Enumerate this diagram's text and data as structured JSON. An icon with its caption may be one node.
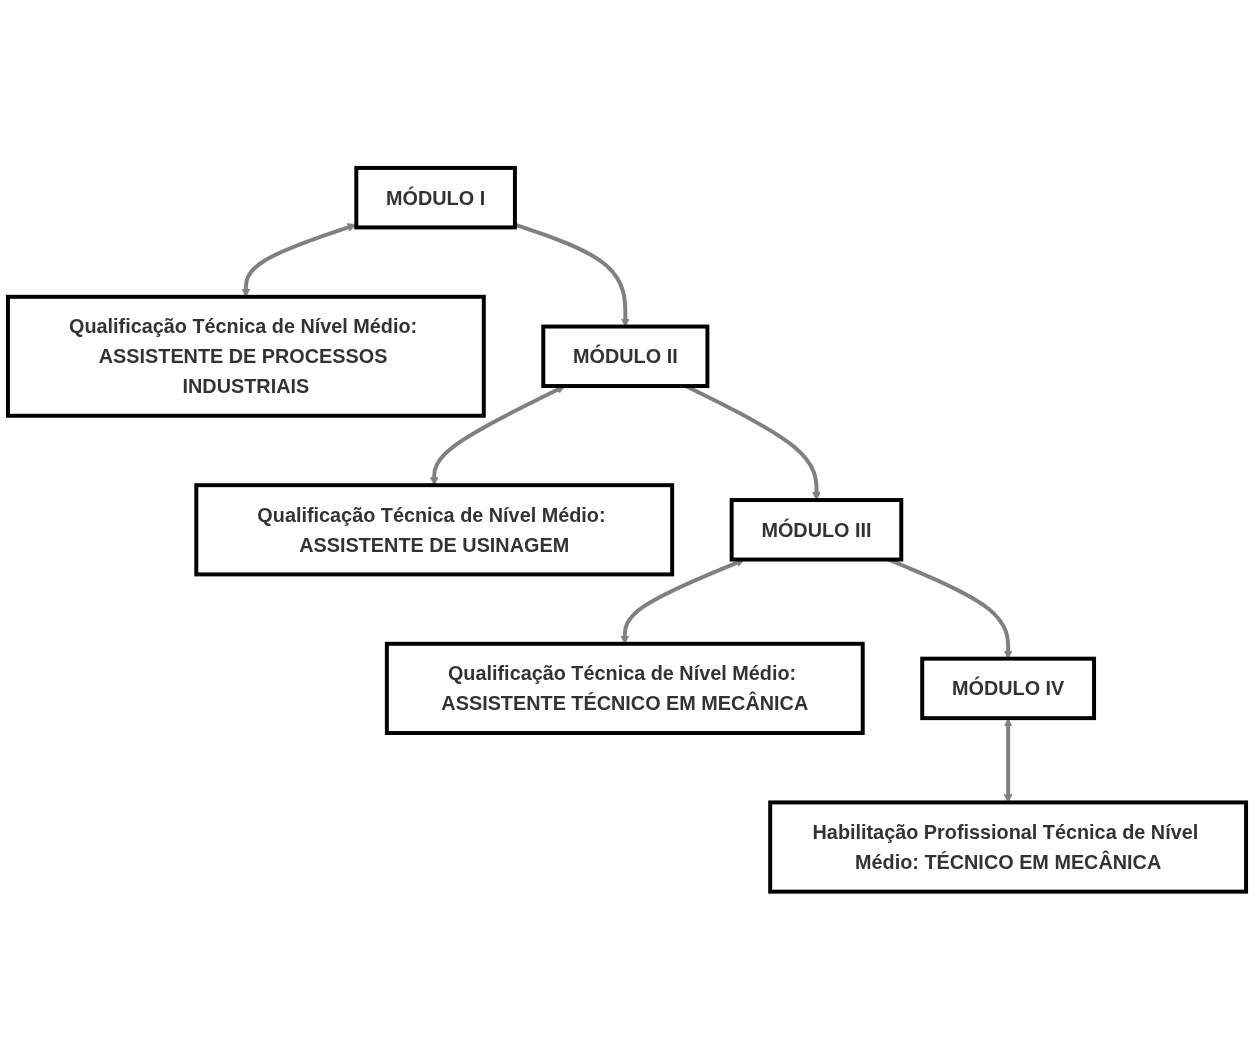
{
  "diagram": {
    "nodes": [
      {
        "text": [
          "MÓDULO I"
        ]
      },
      {
        "text": [
          "Qualificação Técnica de Nível Médio: ASSISTENTE DE PROCESSOS INDUSTRIAIS"
        ]
      },
      {
        "text": [
          "MÓDULO II"
        ]
      },
      {
        "text": [
          "Qualificação Técnica de Nível Médio: ASSISTENTE DE USINAGEM"
        ]
      },
      {
        "text": [
          "MÓDULO III"
        ]
      },
      {
        "text": [
          "Qualificação Técnica de Nível Médio: ASSISTENTE TÉCNICO EM MECÂNICA"
        ]
      },
      {
        "text": [
          "MÓDULO IV"
        ]
      },
      {
        "text": [
          "Habilitação Profissional Técnica de Nível Médio: TÉCNICO EM MECÂNICA"
        ]
      }
    ],
    "edges": [
      {
        "from": 0,
        "to": 1,
        "arrow": "both"
      },
      {
        "from": 0,
        "to": 2,
        "arrow": "to"
      },
      {
        "from": 2,
        "to": 3,
        "arrow": "both"
      },
      {
        "from": 2,
        "to": 4,
        "arrow": "to"
      },
      {
        "from": 4,
        "to": 5,
        "arrow": "both"
      },
      {
        "from": 4,
        "to": 6,
        "arrow": "to"
      },
      {
        "from": 6,
        "to": 7,
        "arrow": "both"
      }
    ]
  }
}
